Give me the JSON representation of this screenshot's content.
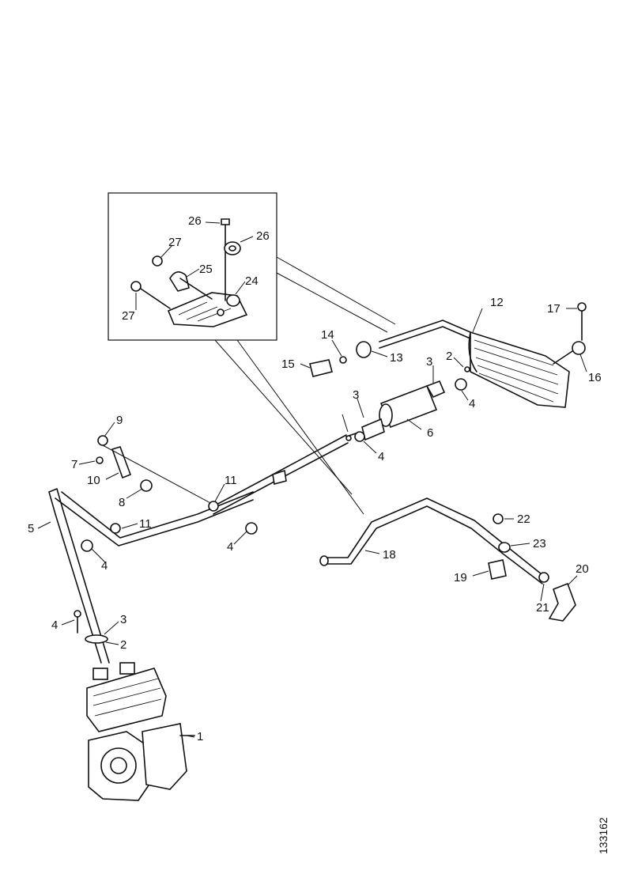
{
  "figure_id": "133162",
  "callouts": {
    "c1": "1",
    "c2a": "2",
    "c2b": "2",
    "c3a": "3",
    "c3b": "3",
    "c3c": "3",
    "c4a": "4",
    "c4b": "4",
    "c4c": "4",
    "c4d": "4",
    "c4e": "4",
    "c5": "5",
    "c6": "6",
    "c7": "7",
    "c8": "8",
    "c9": "9",
    "c10": "10",
    "c11a": "11",
    "c11b": "11",
    "c12": "12",
    "c13": "13",
    "c14": "14",
    "c15": "15",
    "c16": "16",
    "c17": "17",
    "c18": "18",
    "c19": "19",
    "c20": "20",
    "c21": "21",
    "c22": "22",
    "c23": "23",
    "c24": "24",
    "c25": "25",
    "c26a": "26",
    "c26b": "26",
    "c27a": "27",
    "c27b": "27"
  }
}
